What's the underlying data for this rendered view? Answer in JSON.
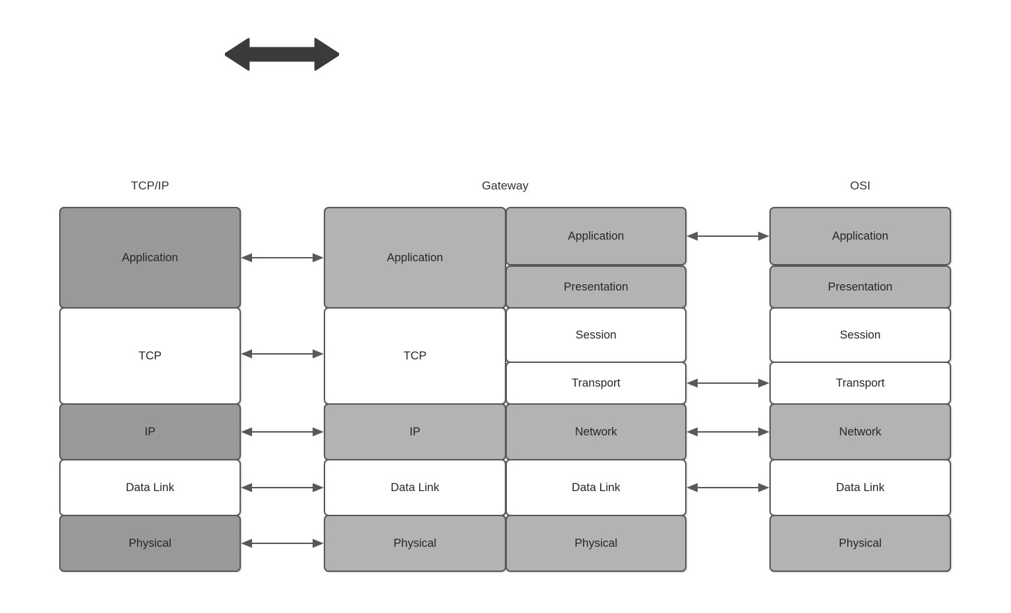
{
  "diagram": {
    "title_hint": "TCP/IP, Gateway and OSI protocol stack comparison",
    "decorative_arrow": {
      "name": "double-headed-arrow",
      "color": "#3b3b3b"
    },
    "colors": {
      "shade_dark": "#999999",
      "shade_light": "#b3b3b3",
      "shade_white": "#ffffff",
      "border": "#595959",
      "text": "#262626",
      "title_text": "#333333",
      "arrow": "#595959"
    },
    "columns": [
      {
        "id": "tcpip",
        "title": "TCP/IP",
        "cells": [
          {
            "label": "Application",
            "shade": "dark"
          },
          {
            "label": "TCP",
            "shade": "white"
          },
          {
            "label": "IP",
            "shade": "dark"
          },
          {
            "label": "Data Link",
            "shade": "white"
          },
          {
            "label": "Physical",
            "shade": "dark"
          }
        ]
      },
      {
        "id": "gateway",
        "title": "Gateway",
        "left_cells": [
          {
            "label": "Application",
            "shade": "light"
          },
          {
            "label": "TCP",
            "shade": "white"
          },
          {
            "label": "IP",
            "shade": "light"
          },
          {
            "label": "Data Link",
            "shade": "white"
          },
          {
            "label": "Physical",
            "shade": "light"
          }
        ],
        "right_cells": [
          {
            "label": "Application",
            "shade": "light"
          },
          {
            "label": "Presentation",
            "shade": "light"
          },
          {
            "label": "Session",
            "shade": "white"
          },
          {
            "label": "Transport",
            "shade": "white"
          },
          {
            "label": "Network",
            "shade": "light"
          },
          {
            "label": "Data Link",
            "shade": "white"
          },
          {
            "label": "Physical",
            "shade": "light"
          }
        ]
      },
      {
        "id": "osi",
        "title": "OSI",
        "cells": [
          {
            "label": "Application",
            "shade": "light"
          },
          {
            "label": "Presentation",
            "shade": "light"
          },
          {
            "label": "Session",
            "shade": "white"
          },
          {
            "label": "Transport",
            "shade": "white"
          },
          {
            "label": "Network",
            "shade": "light"
          },
          {
            "label": "Data Link",
            "shade": "white"
          },
          {
            "label": "Physical",
            "shade": "light"
          }
        ]
      }
    ],
    "connectors_left": [
      {
        "from": "Application",
        "to": "Application"
      },
      {
        "from": "TCP",
        "to": "TCP"
      },
      {
        "from": "IP",
        "to": "IP"
      },
      {
        "from": "Data Link",
        "to": "Data Link"
      },
      {
        "from": "Physical",
        "to": "Physical"
      }
    ],
    "connectors_right": [
      {
        "from": "Application",
        "to": "Application"
      },
      {
        "from": "Transport",
        "to": "Transport"
      },
      {
        "from": "Network",
        "to": "Network"
      },
      {
        "from": "Data Link",
        "to": "Data Link"
      }
    ]
  }
}
